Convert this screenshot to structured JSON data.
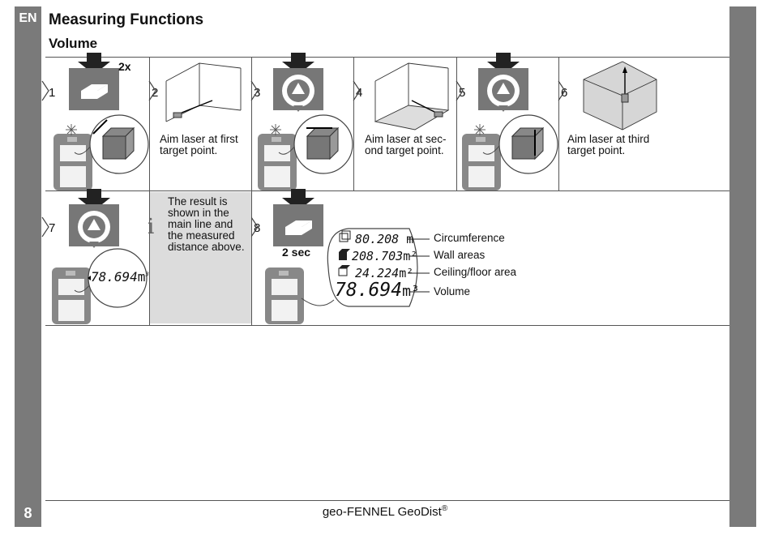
{
  "page": {
    "language_tab": "EN",
    "title": "Measuring Functions",
    "subtitle": "Volume",
    "page_number": "8",
    "footer": "geo-FENNEL GeoDist",
    "footer_mark": "®"
  },
  "row1": {
    "steps": [
      "1",
      "2",
      "3",
      "4",
      "5",
      "6"
    ],
    "press_count": "2x",
    "captions": [
      "Aim laser at first target point.",
      "Aim laser at sec- ond target point.",
      "Aim laser at third target point."
    ]
  },
  "row2": {
    "steps": [
      "7",
      "8"
    ],
    "display_value": "78.694",
    "display_unit": "m",
    "info_text": "The result is shown in the main line and the measured distance above.",
    "hold_label": "2 sec",
    "results": [
      {
        "value": "80.208",
        "unit": "m",
        "label": "Circumference"
      },
      {
        "value": "208.703",
        "unit": "m²",
        "label": "Wall areas"
      },
      {
        "value": "24.224",
        "unit": "m²",
        "label": "Ceiling/floor area"
      },
      {
        "value": "78.694",
        "unit": "m³",
        "label": "Volume"
      }
    ]
  }
}
